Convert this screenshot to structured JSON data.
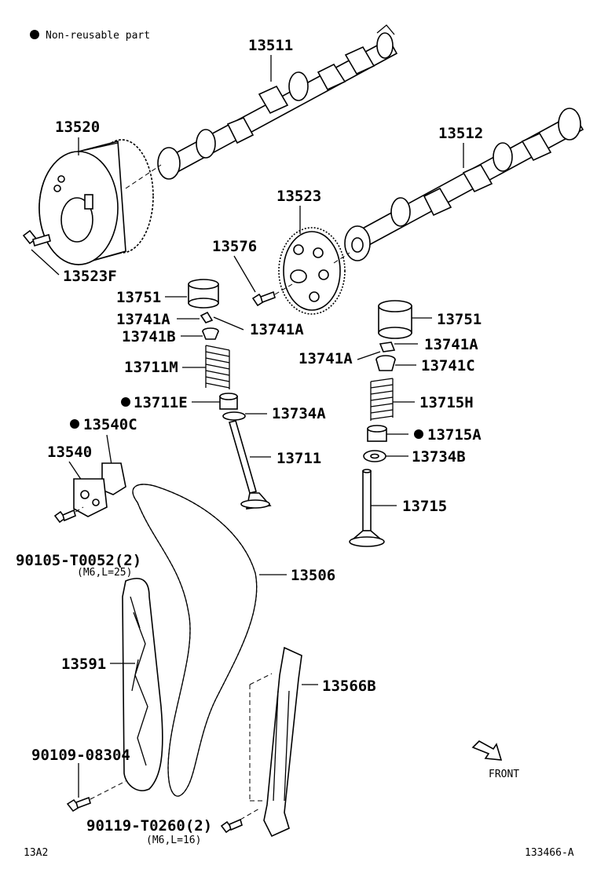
{
  "legend": {
    "text": "Non-reusable part"
  },
  "labels": {
    "p13511": "13511",
    "p13520": "13520",
    "p13512": "13512",
    "p13523": "13523",
    "p13576": "13576",
    "p13523F": "13523F",
    "p13751_l": "13751",
    "p13741A_l1": "13741A",
    "p13741A_l2": "13741A",
    "p13741B": "13741B",
    "p13711M": "13711M",
    "p13711E": "13711E",
    "p13734A": "13734A",
    "p13540C": "13540C",
    "p13540": "13540",
    "p13711": "13711",
    "p90105": "90105-T0052(2)",
    "p90105_sub": "(M6,L=25)",
    "p13751_r": "13751",
    "p13741A_r1": "13741A",
    "p13741A_r2": "13741A",
    "p13741C": "13741C",
    "p13715H": "13715H",
    "p13715A": "13715A",
    "p13734B": "13734B",
    "p13715": "13715",
    "p13506": "13506",
    "p13591": "13591",
    "p13566B": "13566B",
    "p90109": "90109-08304",
    "p90119": "90119-T0260(2)",
    "p90119_sub": "(M6,L=16)",
    "front": "FRONT",
    "code_left": "13A2",
    "code_right": "133466-A"
  }
}
